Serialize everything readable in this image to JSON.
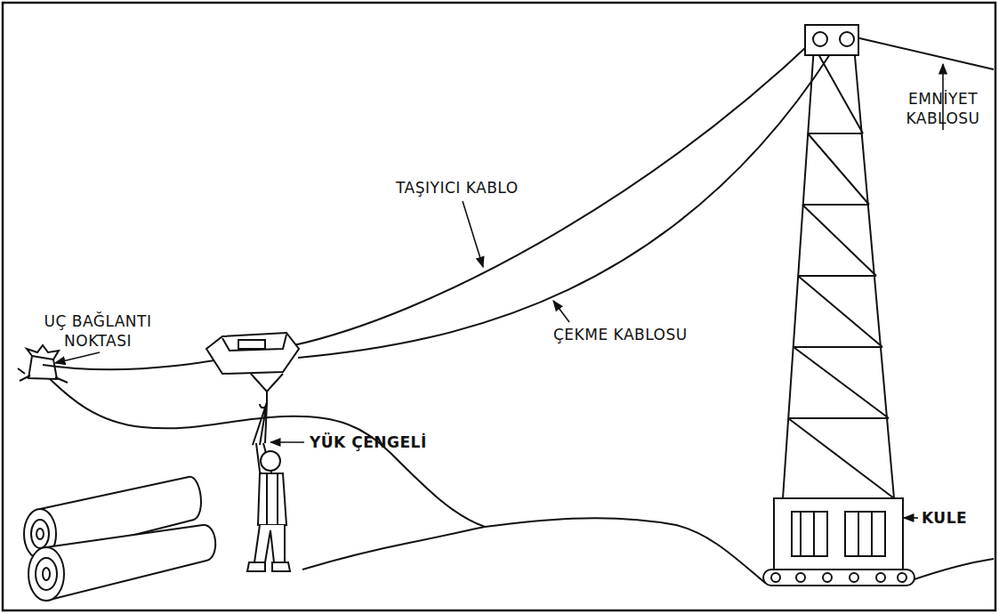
{
  "diagram": {
    "labels": [
      "UÇ BAĞLANTI NOKTASI",
      "TAŞIYICI KABLO",
      "EMNİYET KABLOSU",
      "ÇEKME KABLOSU",
      "YÜK ÇENGELİ",
      "KULE"
    ]
  }
}
